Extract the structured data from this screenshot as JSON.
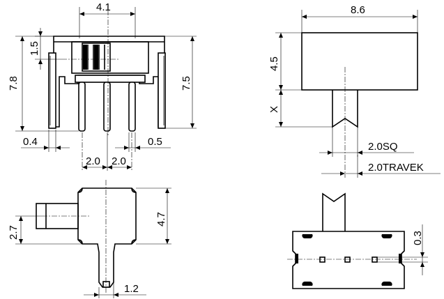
{
  "dimensions": {
    "top_width": "4.1",
    "slider_height": "1.5",
    "overall_height": "7.8",
    "body_height": "7.5",
    "pin_offset": "0.4",
    "pin_thickness": "0.5",
    "pitch_left": "2.0",
    "pitch_right": "2.0",
    "side_width": "8.6",
    "side_height": "4.5",
    "actuator_length": "X",
    "actuator_square": "2.0SQ",
    "travel": "2.0TRAVEK",
    "bottom_height": "4.7",
    "actuator_offset": "2.7",
    "tab_width": "1.2",
    "pad_offset": "0.3"
  }
}
